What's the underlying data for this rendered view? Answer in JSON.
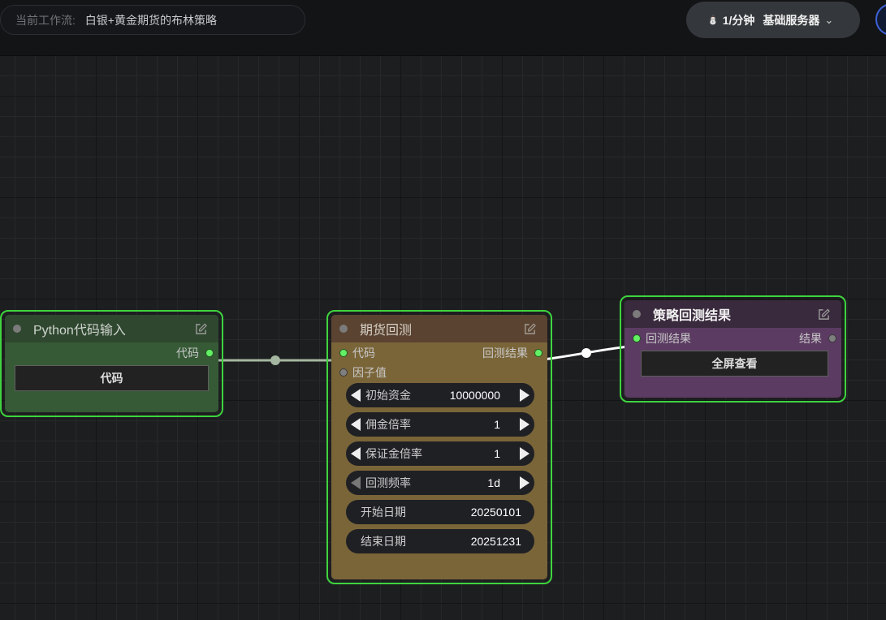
{
  "topbar": {
    "workflow_label": "当前工作流:",
    "workflow_name": "白银+黄金期货的布林策略",
    "rate": "1/分钟",
    "server": "基础服务器",
    "coin_icon": "coin-stack-icon",
    "chevron_icon": "chevron-down-icon"
  },
  "nodes": {
    "python_input": {
      "title": "Python代码输入",
      "output_label": "代码",
      "button_label": "代码",
      "header_color": "#2f472f",
      "body_color": "#365a36"
    },
    "futures_backtest": {
      "title": "期货回测",
      "inputs": [
        "代码",
        "因子值"
      ],
      "output_label": "回测结果",
      "header_color": "#5a4330",
      "body_color": "#7a6539",
      "widgets": [
        {
          "label": "初始资金",
          "value": "10000000"
        },
        {
          "label": "佣金倍率",
          "value": "1"
        },
        {
          "label": "保证金倍率",
          "value": "1"
        },
        {
          "label": "回测频率",
          "value": "1d"
        },
        {
          "label": "开始日期",
          "value": "20250101"
        },
        {
          "label": "结束日期",
          "value": "20251231"
        }
      ]
    },
    "strategy_result": {
      "title": "策略回测结果",
      "input_label": "回测结果",
      "output_label": "结果",
      "button_label": "全屏查看",
      "header_color": "#3a2a3d",
      "body_color": "#5b3b62"
    }
  },
  "colors": {
    "node_border": "#3ed43e",
    "pin_connected": "#64f064",
    "pin_unconnected": "#7f7f7f",
    "link_code": "#a5b7a1",
    "link_result": "#ffffff"
  }
}
